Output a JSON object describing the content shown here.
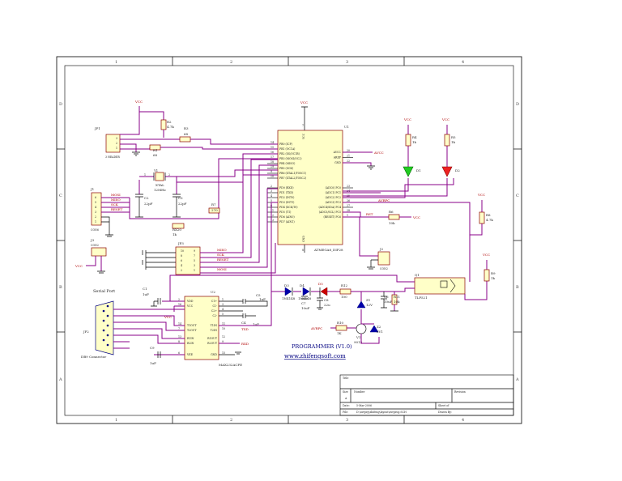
{
  "zones": {
    "top": [
      "1",
      "2",
      "3",
      "4"
    ],
    "bottom": [
      "1",
      "2",
      "3",
      "4"
    ],
    "left": [
      "D",
      "C",
      "B",
      "A"
    ],
    "right": [
      "D",
      "C",
      "B",
      "A"
    ]
  },
  "u1": {
    "ref": "U1",
    "name": "ATMEGA8_DIP28",
    "left_pins": [
      {
        "num": "14",
        "name": "PB0 (ICP)"
      },
      {
        "num": "15",
        "name": "PB1 (OC1A)"
      },
      {
        "num": "16",
        "name": "PB2 (SS/OC1B)"
      },
      {
        "num": "17",
        "name": "PB3 (MOSI/OC2)"
      },
      {
        "num": "18",
        "name": "PB4 (MISO)"
      },
      {
        "num": "19",
        "name": "PB5 (SCK)"
      },
      {
        "num": "9",
        "name": "PB6 (XTAL1/TOSC1)"
      },
      {
        "num": "10",
        "name": "PB7 (XTAL2/TOSC2)"
      },
      {
        "num": "2",
        "name": "PD0 (RXD)"
      },
      {
        "num": "3",
        "name": "PD1 (TXD)"
      },
      {
        "num": "4",
        "name": "PD2 (INT0)"
      },
      {
        "num": "5",
        "name": "PD3 (INT1)"
      },
      {
        "num": "6",
        "name": "PD4 (XCK/T0)"
      },
      {
        "num": "11",
        "name": "PD5 (T1)"
      },
      {
        "num": "12",
        "name": "PD6 (AIN0)"
      },
      {
        "num": "13",
        "name": "PD7 (AIN1)"
      }
    ],
    "right_top_pins": [
      {
        "num": "20",
        "name": "AVCC"
      },
      {
        "num": "21",
        "name": "AREF"
      },
      {
        "num": "22",
        "name": "GND"
      }
    ],
    "right_bottom_pins": [
      {
        "num": "23",
        "name": "(ADC0) PC0"
      },
      {
        "num": "24",
        "name": "(ADC1) PC1"
      },
      {
        "num": "25",
        "name": "(ADC2) PC2"
      },
      {
        "num": "26",
        "name": "(ADC3) PC3"
      },
      {
        "num": "27",
        "name": "(ADC4/SDA) PC4"
      },
      {
        "num": "28",
        "name": "(ADC5/SCL) PC5"
      },
      {
        "num": "1",
        "name": "(RESET) PC6"
      }
    ],
    "vcc_label": "VCC",
    "gnd_label": "GND",
    "vcc_pin": "7",
    "gnd_pin": "8"
  },
  "labels": {
    "vcc": "VCC",
    "avcc": "AVCC",
    "avrpc": "AVRPC",
    "rst": "RST",
    "mosi": "MOSI",
    "miso": "MISO",
    "sck": "SCK",
    "reset": "RESET",
    "txd": "TXD",
    "rxd": "RXD"
  },
  "parts": {
    "jp1": {
      "ref": "JP1",
      "name": "3 HEADER"
    },
    "j1": {
      "ref": "J1",
      "name": "CON6"
    },
    "j3": {
      "ref": "J3",
      "name": "CON2"
    },
    "j2": {
      "ref": "J2",
      "name": "CON2"
    },
    "jp2": {
      "ref": "JP2",
      "name": "DB9 Connector"
    },
    "jp3": {
      "ref": "JP3",
      "name": ""
    },
    "y1": {
      "ref": "Y1",
      "name": "XTAL",
      "value": "12MHz"
    },
    "r2": {
      "ref": "R2",
      "value": "4.7k"
    },
    "r3": {
      "ref": "R3",
      "value": "68"
    },
    "r1": {
      "ref": "R1",
      "value": "68"
    },
    "r4": {
      "ref": "R4",
      "value": "1k"
    },
    "r5": {
      "ref": "R5",
      "value": "1k"
    },
    "r6": {
      "ref": "R6",
      "value": "10k"
    },
    "r7": {
      "ref": "R7",
      "value": "270"
    },
    "r8": {
      "ref": "R8",
      "value": "4.7k"
    },
    "r9": {
      "ref": "R9",
      "value": "1k"
    },
    "r10": {
      "ref": "R10",
      "value": "1K"
    },
    "r11": {
      "ref": "R11",
      "value": "10k"
    },
    "r12": {
      "ref": "R12",
      "value": "100"
    },
    "rx20": {
      "ref": "RX20",
      "value": "1k"
    },
    "c1": {
      "ref": "C1",
      "value": "1uF"
    },
    "c2": {
      "ref": "C2",
      "value": "22pF"
    },
    "c3": {
      "ref": "C3",
      "value": "22pF"
    },
    "c4": {
      "ref": "C4",
      "value": "1uF"
    },
    "c5": {
      "ref": "C5",
      "value": "1uF"
    },
    "c6": {
      "ref": "C6",
      "value": "10uF"
    },
    "c7": {
      "ref": "C7",
      "value": "10uF"
    },
    "c8": {
      "ref": "C8",
      "value": "22u"
    },
    "c9": {
      "ref": "C9",
      "value": "1uF"
    },
    "d1": {
      "ref": "D1",
      "value": "LED"
    },
    "d2": {
      "ref": "D2",
      "value": "LED"
    },
    "d3": {
      "ref": "D3",
      "value": "1N4148"
    },
    "d4": {
      "ref": "D4",
      "value": "1N4148"
    },
    "d5": {
      "ref": "D5",
      "value": "1N4148"
    },
    "z1": {
      "ref": "Z1",
      "value": "12V"
    },
    "z2": {
      "ref": "Z2",
      "value": "5V1"
    },
    "q1": {
      "ref": "Q1",
      "value": "TLP521"
    },
    "v1": {
      "ref": "V1",
      "value": "9013"
    },
    "u2": {
      "ref": "U2",
      "name": "MAX232ACPE",
      "left": [
        "VDD",
        "VCC",
        "T1OUT",
        "T2OUT",
        "R1IN",
        "R2IN",
        "VEE"
      ],
      "left_nums": [
        "2",
        "16",
        "14",
        "7",
        "13",
        "8",
        "6"
      ],
      "right": [
        "C1+",
        "C1-",
        "C2+",
        "C2-",
        "T1IN",
        "T2IN",
        "R1OUT",
        "R2OUT",
        "GND"
      ],
      "right_nums": [
        "1",
        "3",
        "4",
        "5",
        "11",
        "10",
        "12",
        "9",
        "15"
      ]
    }
  },
  "jp3_pins": [
    "10",
    "8",
    "6",
    "4",
    "2",
    "9",
    "7",
    "5",
    "3",
    "1"
  ],
  "j1_pins": [
    "6",
    "5",
    "4",
    "3",
    "2",
    "1"
  ],
  "j1_signals": [
    "MOSI",
    "MISO",
    "SCK",
    "RESET"
  ],
  "serial_port_title": "Serial Port",
  "programmer_title": "PROGRAMMER (V1.0)",
  "website": "www.zhifengsoft.com",
  "title_block": {
    "title_label": "Title",
    "size_label": "Size",
    "size_value": "A",
    "number_label": "Number",
    "revision_label": "Revision",
    "date_label": "Date:",
    "date_value": "5-Mar-2006",
    "sheet_label": "Sheet of",
    "file_label": "File:",
    "file_value": "D:\\avrprg\\zhifeng\\layout\\avrprog.SCH",
    "drawn_label": "Drawn By:"
  }
}
